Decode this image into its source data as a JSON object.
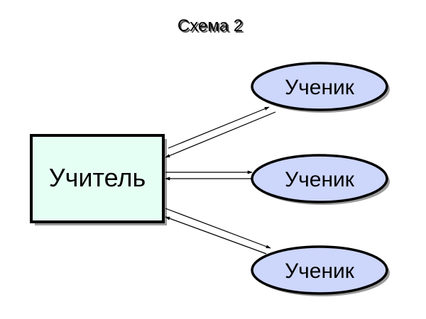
{
  "title": "Схема 2",
  "teacher": {
    "label": "Учитель",
    "fill": "#e6fff5"
  },
  "students": [
    {
      "label": "Ученик"
    },
    {
      "label": "Ученик"
    },
    {
      "label": "Ученик"
    }
  ],
  "colors": {
    "student_fill": "#cdd6fb",
    "stroke": "#000000",
    "shadow": "#9a9a9a"
  }
}
